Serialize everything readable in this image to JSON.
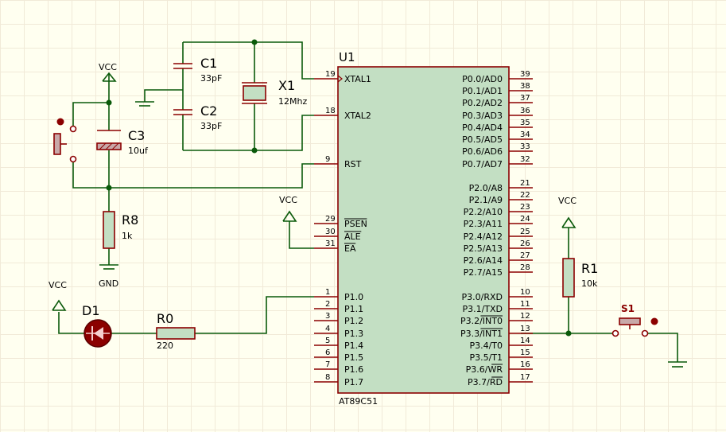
{
  "chip": {
    "ref": "U1",
    "part": "AT89C51",
    "left_pins": [
      {
        "num": "19",
        "name": "XTAL1"
      },
      {
        "num": "18",
        "name": "XTAL2"
      },
      {
        "num": "9",
        "name": "RST"
      },
      {
        "num": "29",
        "name": "PSEN"
      },
      {
        "num": "30",
        "name": "ALE"
      },
      {
        "num": "31",
        "name": "EA"
      },
      {
        "num": "1",
        "name": "P1.0"
      },
      {
        "num": "2",
        "name": "P1.1"
      },
      {
        "num": "3",
        "name": "P1.2"
      },
      {
        "num": "4",
        "name": "P1.3"
      },
      {
        "num": "5",
        "name": "P1.4"
      },
      {
        "num": "6",
        "name": "P1.5"
      },
      {
        "num": "7",
        "name": "P1.6"
      },
      {
        "num": "8",
        "name": "P1.7"
      }
    ],
    "right_pins": [
      {
        "num": "39",
        "name": "P0.0/AD0"
      },
      {
        "num": "38",
        "name": "P0.1/AD1"
      },
      {
        "num": "37",
        "name": "P0.2/AD2"
      },
      {
        "num": "36",
        "name": "P0.3/AD3"
      },
      {
        "num": "35",
        "name": "P0.4/AD4"
      },
      {
        "num": "34",
        "name": "P0.5/AD5"
      },
      {
        "num": "33",
        "name": "P0.6/AD6"
      },
      {
        "num": "32",
        "name": "P0.7/AD7"
      },
      {
        "num": "21",
        "name": "P2.0/A8"
      },
      {
        "num": "22",
        "name": "P2.1/A9"
      },
      {
        "num": "23",
        "name": "P2.2/A10"
      },
      {
        "num": "24",
        "name": "P2.3/A11"
      },
      {
        "num": "25",
        "name": "P2.4/A12"
      },
      {
        "num": "26",
        "name": "P2.5/A13"
      },
      {
        "num": "27",
        "name": "P2.6/A14"
      },
      {
        "num": "28",
        "name": "P2.7/A15"
      },
      {
        "num": "10",
        "name": "P3.0/RXD"
      },
      {
        "num": "11",
        "name": "P3.1/TXD"
      },
      {
        "num": "12",
        "name": "P3.2/INT0"
      },
      {
        "num": "13",
        "name": "P3.3/INT1"
      },
      {
        "num": "14",
        "name": "P3.4/T0"
      },
      {
        "num": "15",
        "name": "P3.5/T1"
      },
      {
        "num": "16",
        "name": "P3.6/WR"
      },
      {
        "num": "17",
        "name": "P3.7/RD"
      }
    ]
  },
  "components": {
    "c1": {
      "ref": "C1",
      "value": "33pF"
    },
    "c2": {
      "ref": "C2",
      "value": "33pF"
    },
    "x1": {
      "ref": "X1",
      "value": "12Mhz"
    },
    "c3": {
      "ref": "C3",
      "value": "10uf"
    },
    "r8": {
      "ref": "R8",
      "value": "1k"
    },
    "r1": {
      "ref": "R1",
      "value": "10k"
    },
    "r0": {
      "ref": "R0",
      "value": "220"
    },
    "d1": {
      "ref": "D1"
    },
    "s1": {
      "ref": "S1"
    }
  },
  "power": {
    "vcc": "VCC",
    "gnd": "GND"
  },
  "colors": {
    "chip_fill": "#c3dfc3",
    "wire": "#0a5a0a",
    "component": "#8b0000",
    "text": "#000000",
    "background": "#fffff0"
  }
}
